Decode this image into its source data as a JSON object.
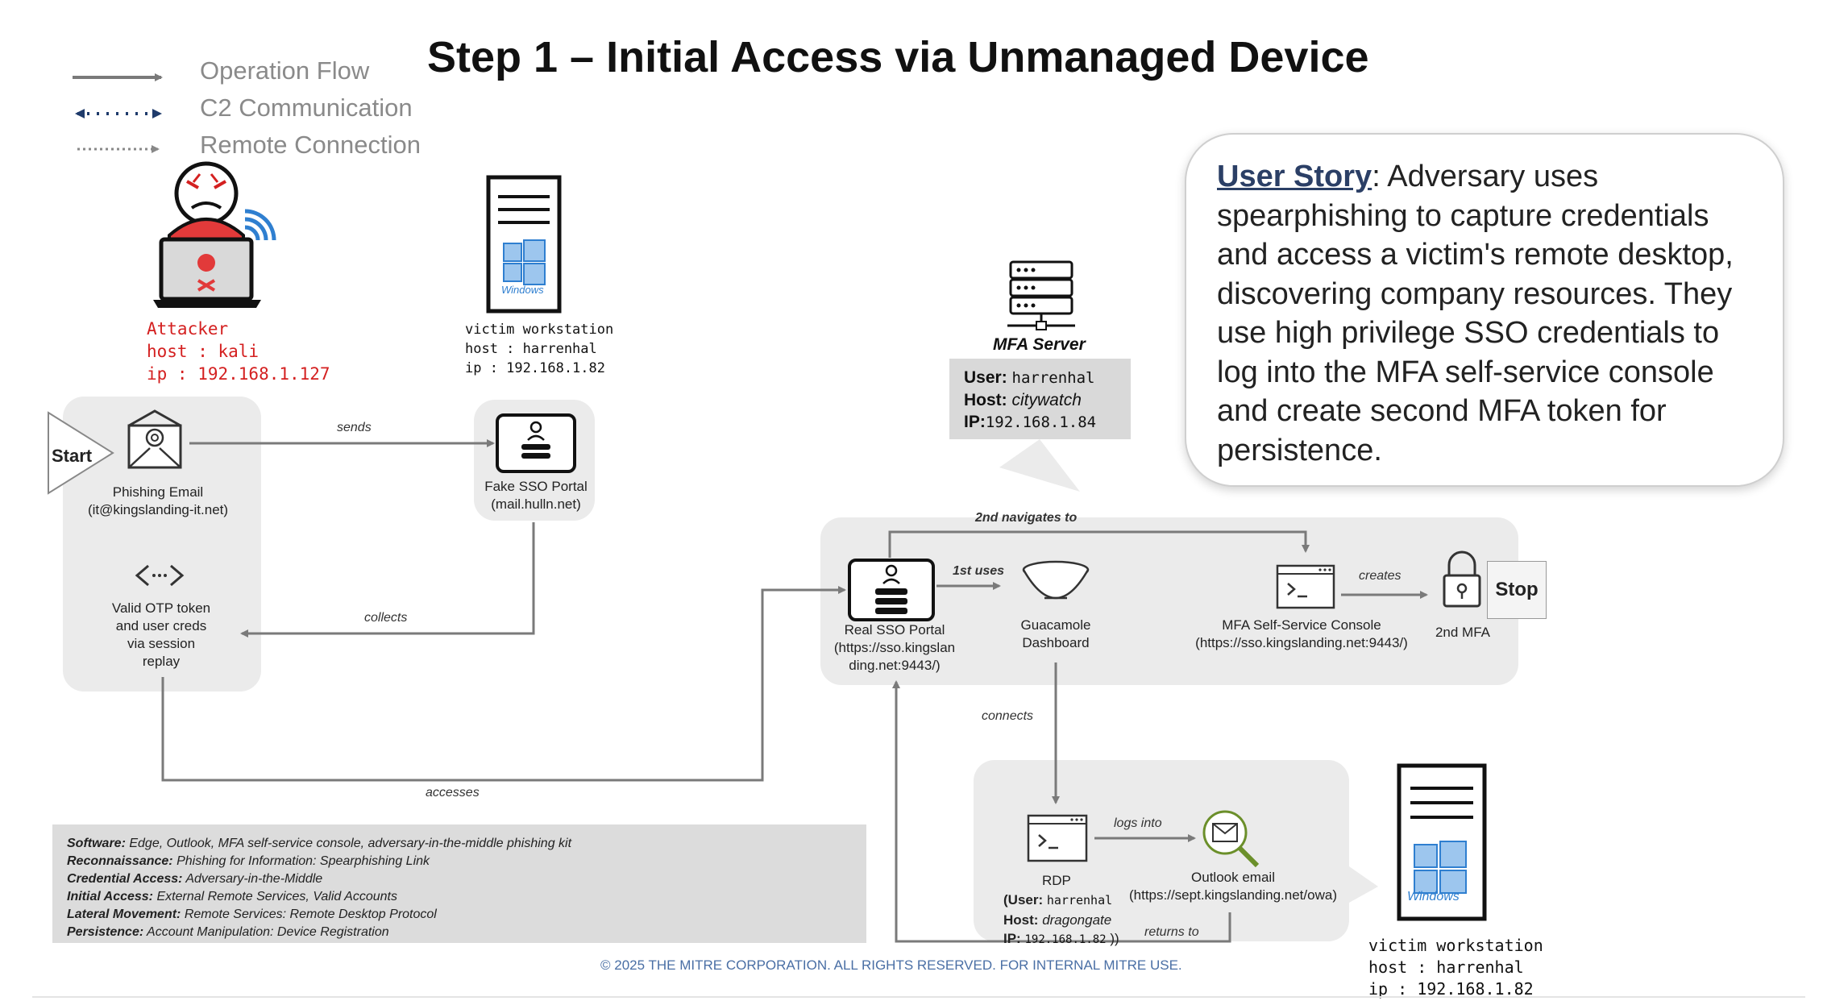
{
  "title": "Step 1 – Initial Access via Unmanaged Device",
  "legend": [
    {
      "label": "Operation Flow"
    },
    {
      "label": "C2 Communication"
    },
    {
      "label": "Remote Connection"
    }
  ],
  "attacker": {
    "name": "Attacker",
    "host": "host : kali",
    "ip": "ip : 192.168.1.127"
  },
  "victim_workstation_top": {
    "name": "victim workstation",
    "host": "host : harrenhal",
    "ip": "ip : 192.168.1.82"
  },
  "victim_workstation_bottom": {
    "name": "victim workstation",
    "host": "host : harrenhal",
    "ip": "ip : 192.168.1.82"
  },
  "windows_logo_text": "Windows",
  "mfa_server": {
    "title": "MFA Server",
    "user_key": "User:",
    "user_val": "harrenhal",
    "host_key": "Host:",
    "host_val": "citywatch",
    "ip_key": "IP:",
    "ip_val": "192.168.1.84"
  },
  "user_story": {
    "heading": "User Story",
    "text": ": Adversary uses spearphishing to capture credentials and access a victim's remote desktop, discovering company resources. They use high privilege SSO credentials to log into the MFA self-service console and create second MFA token for persistence."
  },
  "nodes": {
    "start": "Start",
    "phishing_email": [
      "Phishing Email",
      "(it@kingslanding-it.net)"
    ],
    "fake_sso": [
      "Fake SSO Portal",
      "(mail.hulln.net)"
    ],
    "otp": [
      "Valid OTP token",
      "and user creds",
      "via session",
      "replay"
    ],
    "real_sso": [
      "Real SSO Portal",
      "(https://sso.kingslan",
      "ding.net:9443/)"
    ],
    "guacamole": [
      "Guacamole",
      "Dashboard"
    ],
    "mfa_console": [
      "MFA Self-Service Console",
      "(https://sso.kingslanding.net:9443/)"
    ],
    "second_mfa": "2nd MFA",
    "stop": "Stop",
    "rdp": {
      "name": "RDP",
      "user_key": "(User:",
      "user_val": "harrenhal",
      "host_key": "Host:",
      "host_val": "dragongate",
      "ip_key": "IP:",
      "ip_val": "192.168.1.82",
      "ip_close": "))"
    },
    "outlook": [
      "Outlook email",
      "(https://sept.kingslanding.net/owa)"
    ]
  },
  "edges": {
    "sends": "sends",
    "collects": "collects",
    "accesses": "accesses",
    "navigates": "2nd navigates to",
    "uses": "1st uses",
    "creates": "creates",
    "connects": "connects",
    "logs_into": "logs into",
    "returns_to": "returns to"
  },
  "ttp": [
    {
      "key": "Software:",
      "val": "Edge, Outlook, MFA self-service console, adversary-in-the-middle phishing kit"
    },
    {
      "key": "Reconnaissance:",
      "val": "Phishing for Information: Spearphishing Link"
    },
    {
      "key": "Credential Access:",
      "val": "Adversary-in-the-Middle"
    },
    {
      "key": "Initial Access:",
      "val": "External Remote Services, Valid Accounts"
    },
    {
      "key": "Lateral Movement:",
      "val": "Remote Services: Remote Desktop Protocol"
    },
    {
      "key": "Persistence:",
      "val": "Account Manipulation: Device Registration"
    }
  ],
  "copyright": "© 2025 THE MITRE CORPORATION. ALL RIGHTS RESERVED. FOR INTERNAL MITRE USE.",
  "colors": {
    "panel": "#ebebeb",
    "flow": "#7a7a7a",
    "attacker_red": "#d42020",
    "windows_blue": "#2f7fd0"
  }
}
